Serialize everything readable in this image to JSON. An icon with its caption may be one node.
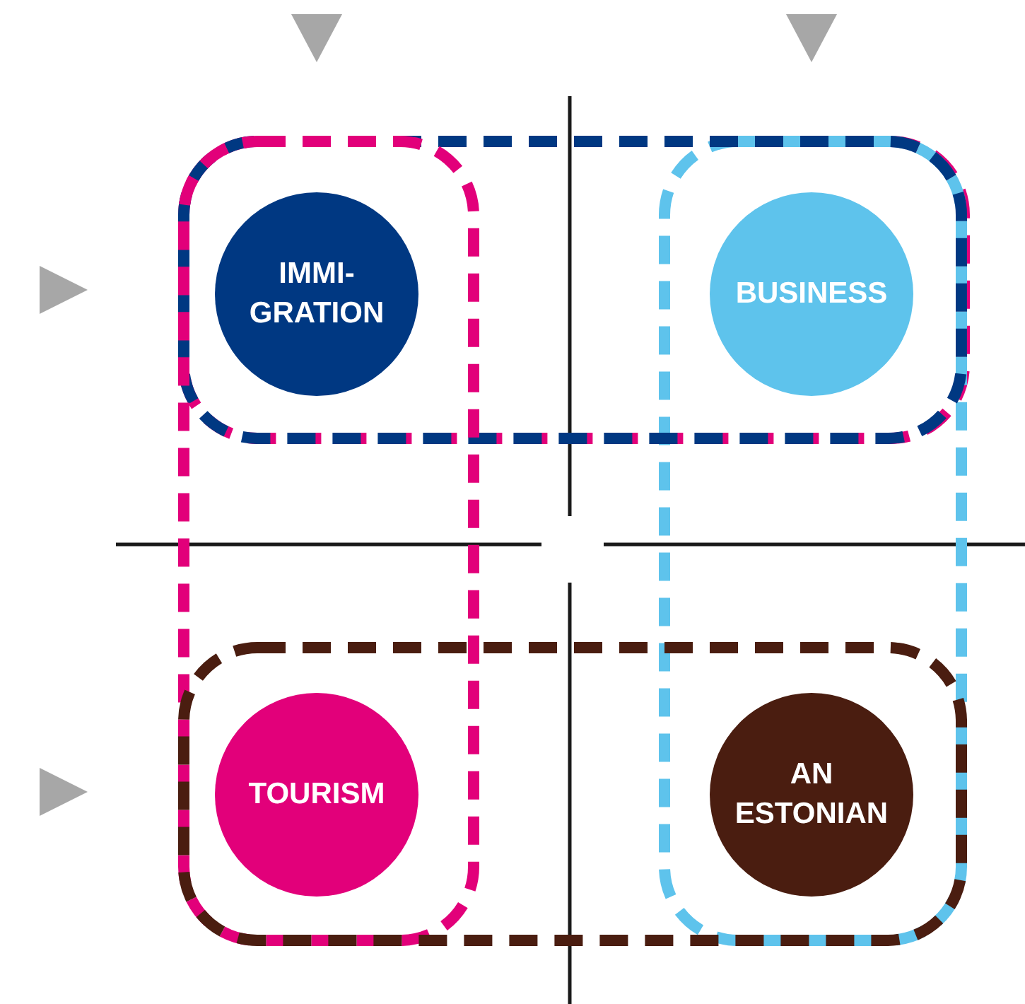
{
  "diagram": {
    "nodes": [
      {
        "text": [
          "IMMI- GRATION"
        ]
      },
      {
        "text": [
          "BUSINESS"
        ]
      },
      {
        "text": [
          "TOURISM"
        ]
      },
      {
        "text": [
          "AN ESTONIAN"
        ]
      }
    ]
  }
}
